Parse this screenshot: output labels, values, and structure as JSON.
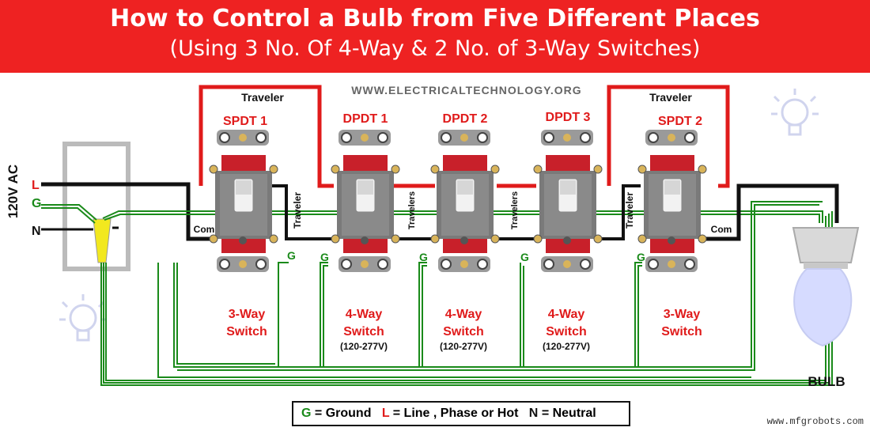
{
  "header": {
    "title": "How to Control a Bulb from Five Different Places",
    "subtitle": "(Using 3 No. Of 4-Way & 2 No. of 3-Way Switches)",
    "bg_color": "#ee2222"
  },
  "website": "WWW.ELECTRICALTECHNOLOGY.ORG",
  "supply": {
    "label": "120V AC",
    "L": "L",
    "G": "G",
    "N": "N"
  },
  "switches": [
    {
      "name": "SPDT 1",
      "type_line1": "3-Way",
      "type_line2": "Switch",
      "rating": ""
    },
    {
      "name": "DPDT 1",
      "type_line1": "4-Way",
      "type_line2": "Switch",
      "rating": "(120-277V)"
    },
    {
      "name": "DPDT 2",
      "type_line1": "4-Way",
      "type_line2": "Switch",
      "rating": "(120-277V)"
    },
    {
      "name": "DPDT 3",
      "type_line1": "4-Way",
      "type_line2": "Switch",
      "rating": "(120-277V)"
    },
    {
      "name": "SPDT 2",
      "type_line1": "3-Way",
      "type_line2": "Switch",
      "rating": ""
    }
  ],
  "wire_labels": {
    "traveler_left": "Traveler",
    "traveler_right": "Traveler",
    "traveler_v1": "Traveler",
    "travelers_v2": "Travelers",
    "travelers_v3": "Travelers",
    "traveler_v4": "Traveler",
    "com_left": "Com",
    "com_right": "Com",
    "ground": "G"
  },
  "bulb": {
    "label": "BULB"
  },
  "legend": {
    "g": "G",
    "g_text": "= Ground",
    "l": "L",
    "l_text": "= Line , Phase or Hot",
    "n": "N",
    "n_text": "= Neutral"
  },
  "credit": "www.mfgrobots.com",
  "colors": {
    "line": "#e01b1b",
    "ground": "#1a8a1a",
    "neutral": "#111111",
    "switch_body": "#c8202a"
  }
}
